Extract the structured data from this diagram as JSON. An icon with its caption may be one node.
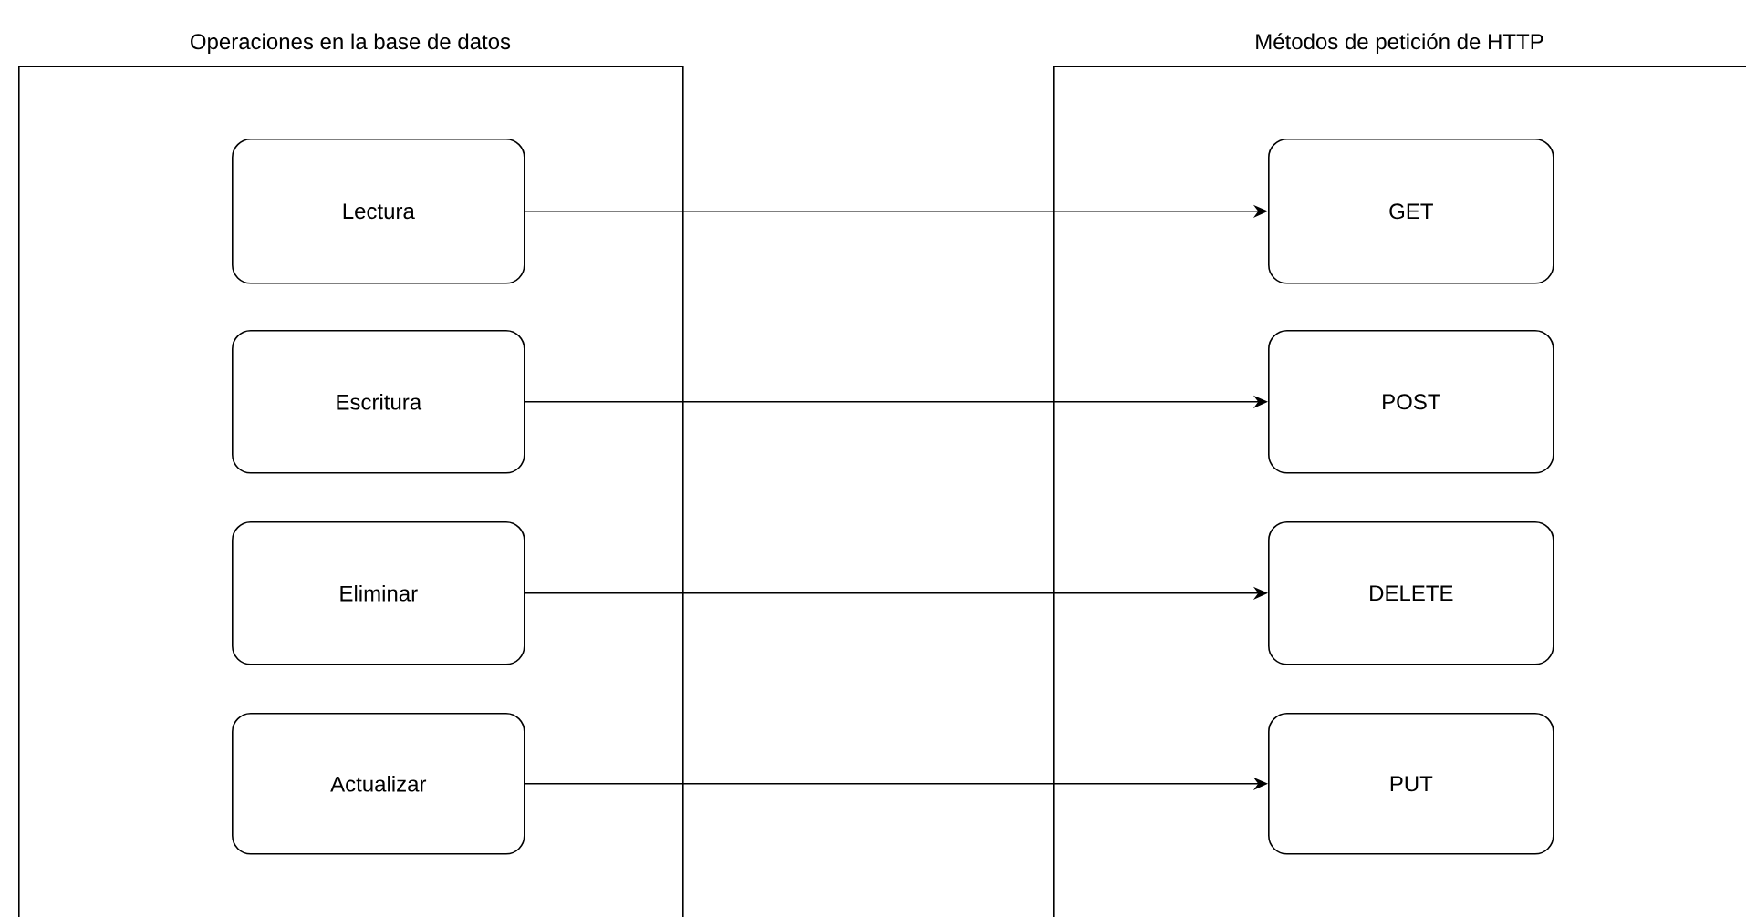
{
  "diagram": {
    "nodes": [
      {
        "text": [
          "Operaciones en la base de datos"
        ]
      },
      {
        "text": [
          "Lectura"
        ],
        "in": 0
      },
      {
        "text": [
          "Escritura"
        ],
        "in": 0
      },
      {
        "text": [
          "Eliminar"
        ],
        "in": 0
      },
      {
        "text": [
          "Actualizar"
        ],
        "in": 0
      },
      {
        "text": [
          "Métodos de petición de HTTP"
        ]
      },
      {
        "text": [
          "GET"
        ],
        "in": 5
      },
      {
        "text": [
          "POST"
        ],
        "in": 5
      },
      {
        "text": [
          "DELETE"
        ],
        "in": 5
      },
      {
        "text": [
          "PUT"
        ],
        "in": 5
      }
    ],
    "edges": [
      {
        "from": 1,
        "to": 6,
        "arrow": "to"
      },
      {
        "from": 2,
        "to": 7,
        "arrow": "to"
      },
      {
        "from": 3,
        "to": 8,
        "arrow": "to"
      },
      {
        "from": 4,
        "to": 9,
        "arrow": "to"
      }
    ]
  }
}
